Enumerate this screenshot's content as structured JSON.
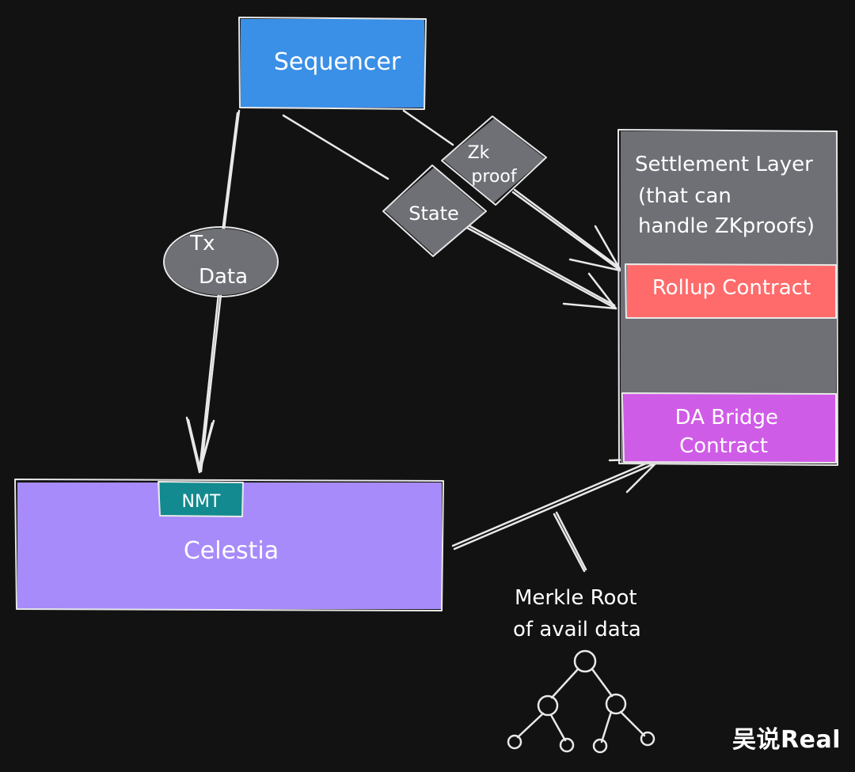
{
  "nodes": {
    "sequencer": {
      "label": "Sequencer",
      "color": "#3a8fe6"
    },
    "settlement": {
      "lines": [
        "Settlement Layer",
        "(that can",
        "handle ZKproofs)"
      ],
      "color": "#6e7076"
    },
    "rollup": {
      "label": "Rollup Contract",
      "color": "#ff6b6b"
    },
    "da_bridge": {
      "lines": [
        "DA Bridge",
        "Contract"
      ],
      "color": "#cf5ce6"
    },
    "celestia": {
      "label": "Celestia",
      "color": "#a78bfa"
    },
    "nmt": {
      "label": "NMT",
      "color": "#128a8f"
    }
  },
  "edge_labels": {
    "tx_data": {
      "lines": [
        "Tx",
        "Data"
      ],
      "color": "#6e7076"
    },
    "state": {
      "label": "State",
      "color": "#6e7076"
    },
    "zk_proof": {
      "lines": [
        "Zk",
        "proof"
      ],
      "color": "#6e7076"
    }
  },
  "annotation": {
    "lines": [
      "Merkle Root",
      "of avail data"
    ]
  },
  "icons": {
    "merkle_tree": "merkle-tree-icon"
  },
  "watermark": "吴说Real"
}
